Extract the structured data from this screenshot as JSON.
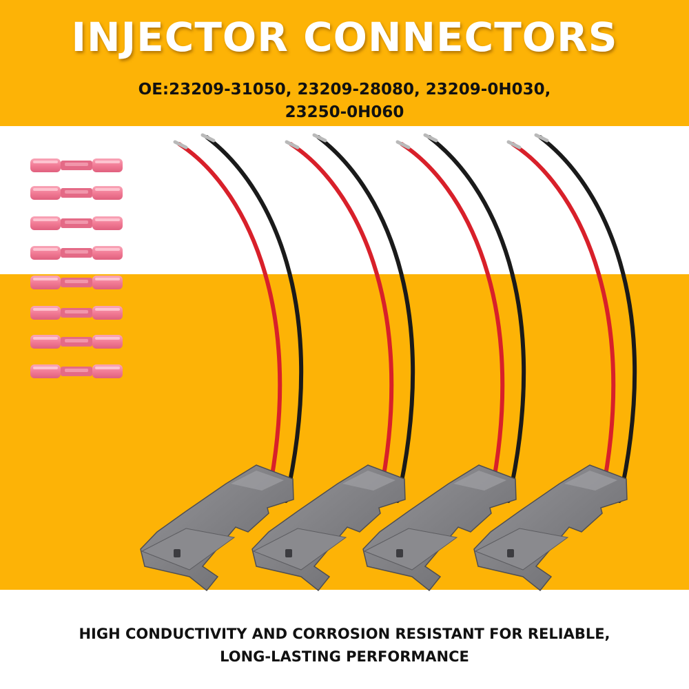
{
  "header": {
    "title": "INJECTOR CONNECTORS",
    "oe_line1": "OE:23209-31050, 23209-28080, 23209-0H030,",
    "oe_line2": "23250-0H060"
  },
  "footer": {
    "line1": "HIGH CONDUCTIVITY AND CORROSION RESISTANT FOR RELIABLE,",
    "line2": "LONG-LASTING PERFORMANCE"
  },
  "colors": {
    "accent": "#FDB306",
    "title_text": "#FFFFFF",
    "body_text": "#111111",
    "wire_red": "#D8202A",
    "wire_black": "#1A1A1A",
    "connector_gray": "#7E7E82",
    "butt_connector_pink": "#F27C96"
  },
  "product": {
    "butt_connector_count": 8,
    "pigtail_count": 4
  }
}
